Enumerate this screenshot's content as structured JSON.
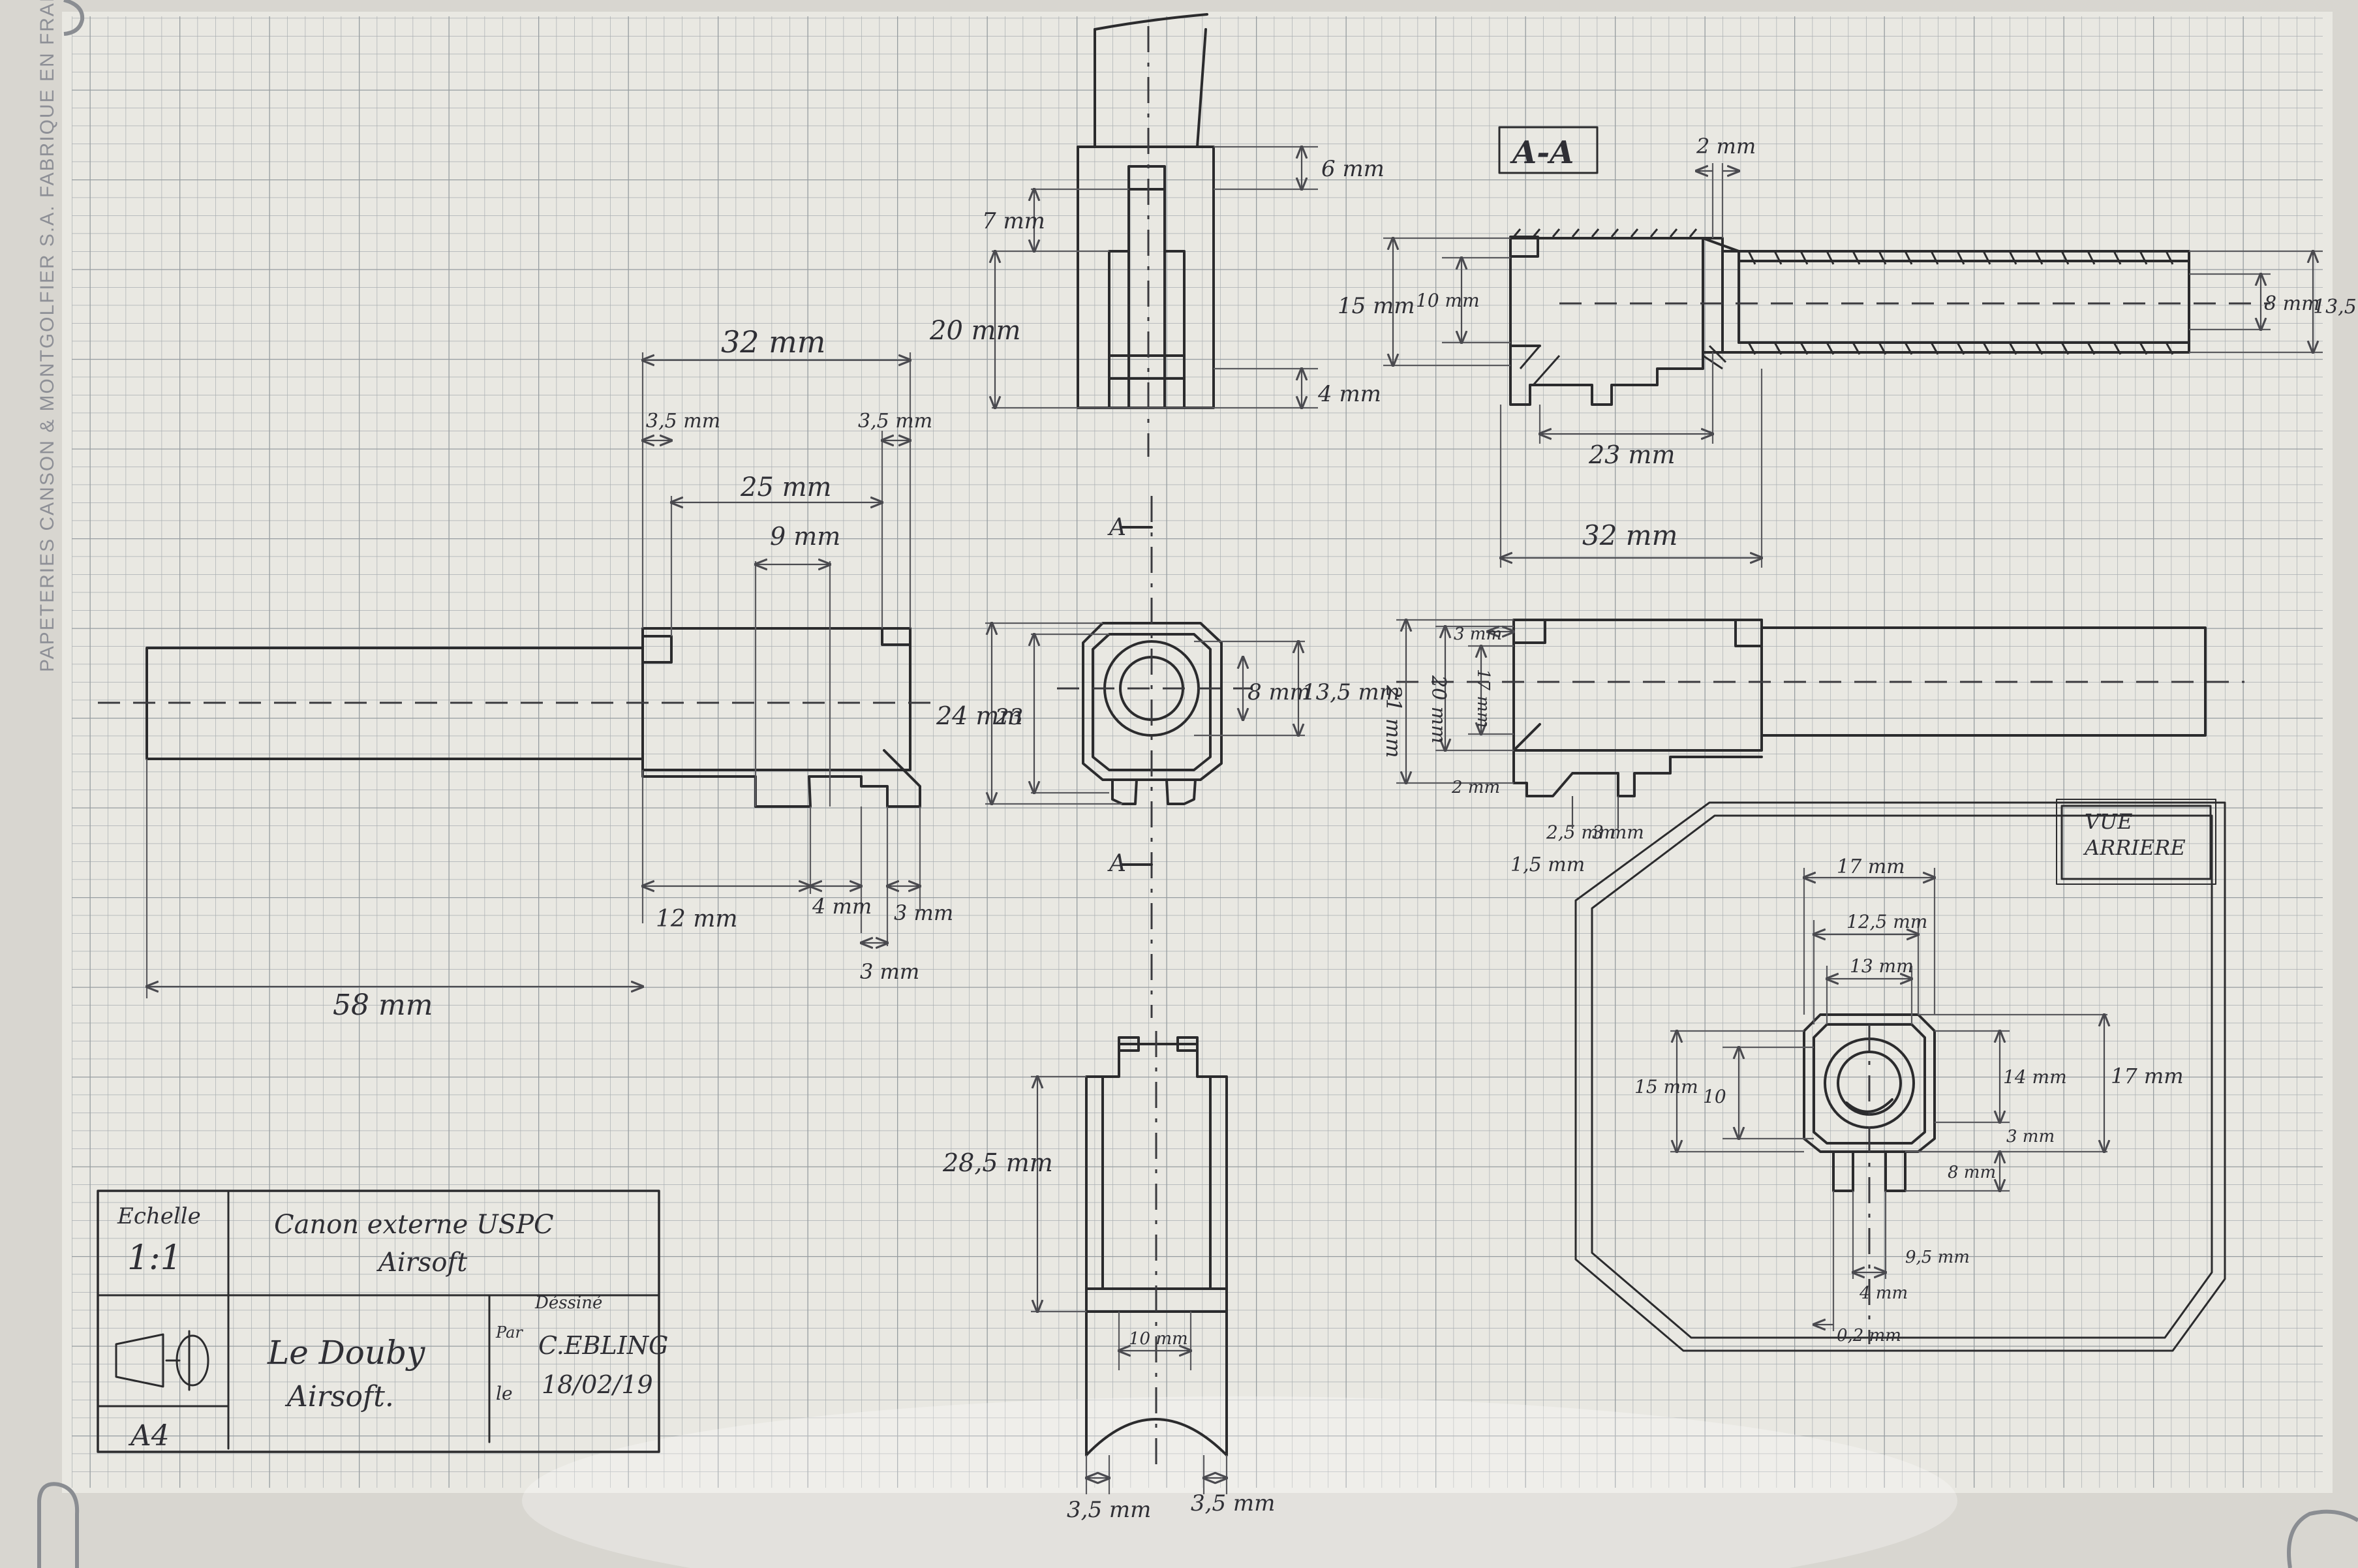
{
  "margin_text": "PAPETERIES CANSON & MONTGOLFIER S.A. FABRIQUE EN FRANCE",
  "section_label": "A-A",
  "section_arrow_label_top": "A",
  "section_arrow_label_bottom": "A",
  "view_label_line1": "VUE",
  "view_label_line2": "ARRIERE",
  "title_block": {
    "scale_label": "Echelle",
    "scale_value": "1:1",
    "title_line1": "Canon externe USPC",
    "title_line2": "Airsoft",
    "drawn_by_label": "Déssiné",
    "par_label": "Par",
    "le_label": "le",
    "author": "C.EBLING",
    "date": "18/02/19",
    "company_line1": "Le Douby",
    "company_line2": "Airsoft.",
    "paper_format": "A4"
  },
  "dimensions": {
    "side_total_width": "32 mm",
    "side_left_step": "3,5 mm",
    "side_right_step": "3,5 mm",
    "side_inner_width": "25 mm",
    "side_slot_width": "9 mm",
    "side_bottom_left": "12 mm",
    "side_bottom_mid": "4 mm",
    "side_bottom_right": "3 mm",
    "side_bottom_under": "3 mm",
    "barrel_length": "58 mm",
    "top_upper": "6 mm",
    "top_left": "7 mm",
    "top_height": "20 mm",
    "top_lower": "4 mm",
    "front_outer_height": "24 mm",
    "front_inner_height": "23",
    "front_bore": "8 mm",
    "front_barrel_outer": "13,5 mm",
    "section_wall": "2 mm",
    "section_height": "15 mm",
    "section_inner": "10 mm",
    "section_bore": "8 mm",
    "section_barrel_outer": "13,5",
    "section_inner_length": "23 mm",
    "section_total_length": "32 mm",
    "right_top_step": "3 mm",
    "right_height": "21 mm",
    "right_inner_height": "20 mm",
    "right_mid_height": "17 mm",
    "right_bottom_left": "2 mm",
    "right_bottom_a": "2,5 mm",
    "right_bottom_b": "3 mm",
    "right_bottom_c": "1,5 mm",
    "bottom_view_length": "28,5 mm",
    "bottom_view_bore": "10 mm",
    "bottom_view_left_wall": "3,5 mm",
    "bottom_view_right_wall": "3,5 mm",
    "rear_outer_width": "17 mm",
    "rear_mid_width": "12,5 mm",
    "rear_inner_width": "13 mm",
    "rear_left_height": "15 mm",
    "rear_left_inner": "10",
    "rear_right_height": "14 mm",
    "rear_right_outer": "17 mm",
    "rear_right_small": "3 mm",
    "rear_right_bottom": "8 mm",
    "rear_bottom_a": "9,5 mm",
    "rear_bottom_b": "4 mm",
    "rear_bottom_c": "0,2 mm"
  }
}
